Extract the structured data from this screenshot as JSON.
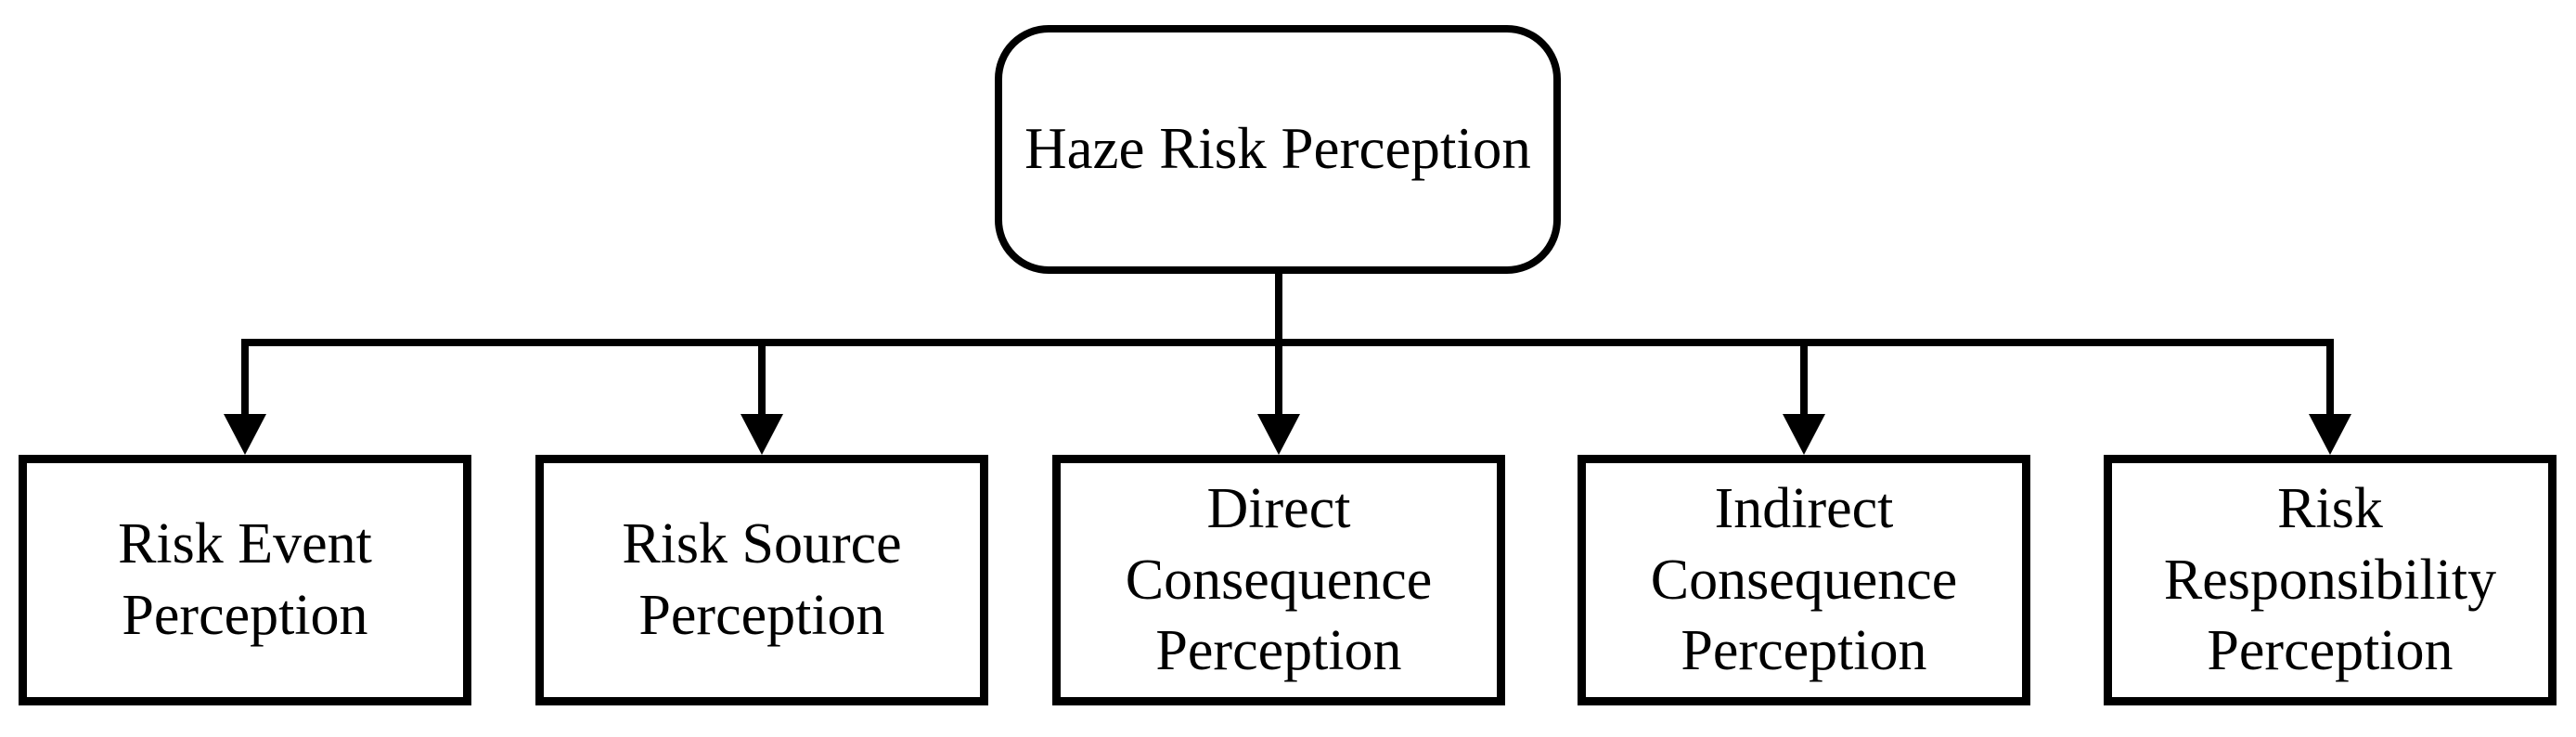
{
  "colors": {
    "background": "#ffffff",
    "line": "#000000",
    "text": "#000000",
    "box_fill": "#ffffff"
  },
  "diagram": {
    "type": "tree",
    "root": {
      "label": "Haze Risk Perception"
    },
    "children": [
      {
        "label": "Risk Event\nPerception"
      },
      {
        "label": "Risk Source\nPerception"
      },
      {
        "label": "Direct\nConsequence\nPerception"
      },
      {
        "label": "Indirect\nConsequence\nPerception"
      },
      {
        "label": "Risk\nResponsibility\nPerception"
      }
    ]
  }
}
